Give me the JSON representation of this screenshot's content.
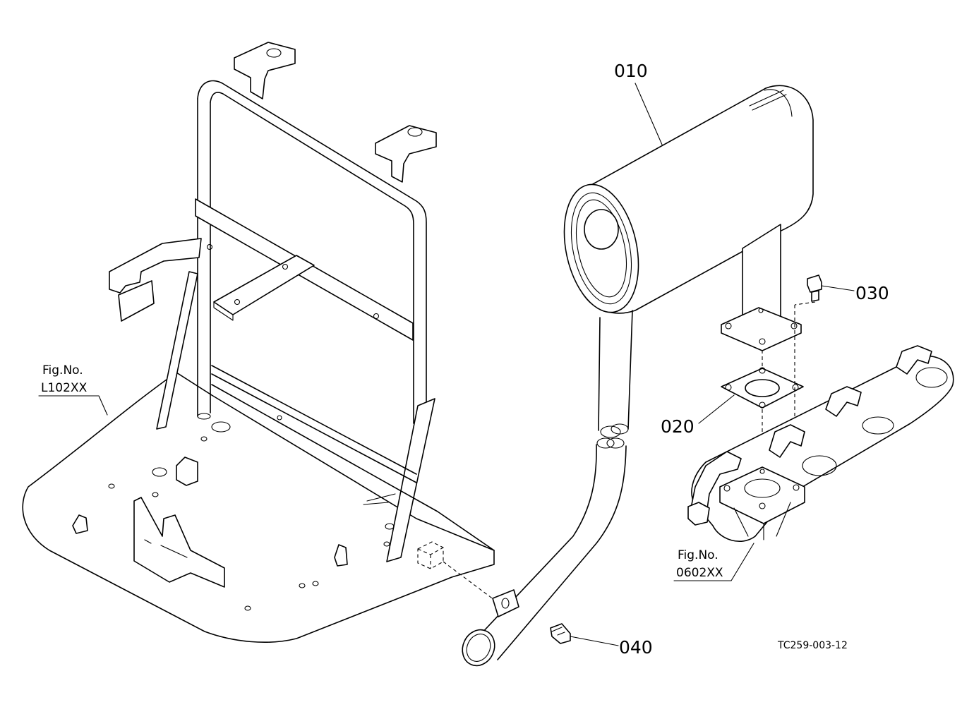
{
  "parts": [
    {
      "number": "010",
      "name": "muffler"
    },
    {
      "number": "020",
      "name": "gasket"
    },
    {
      "number": "030",
      "name": "bolt"
    },
    {
      "number": "040",
      "name": "bolt"
    }
  ],
  "references": [
    {
      "prefix": "Fig.No.",
      "code": "L102XX"
    },
    {
      "prefix": "Fig.No.",
      "code": "0602XX"
    }
  ],
  "drawing_code": "TC259-003-12"
}
